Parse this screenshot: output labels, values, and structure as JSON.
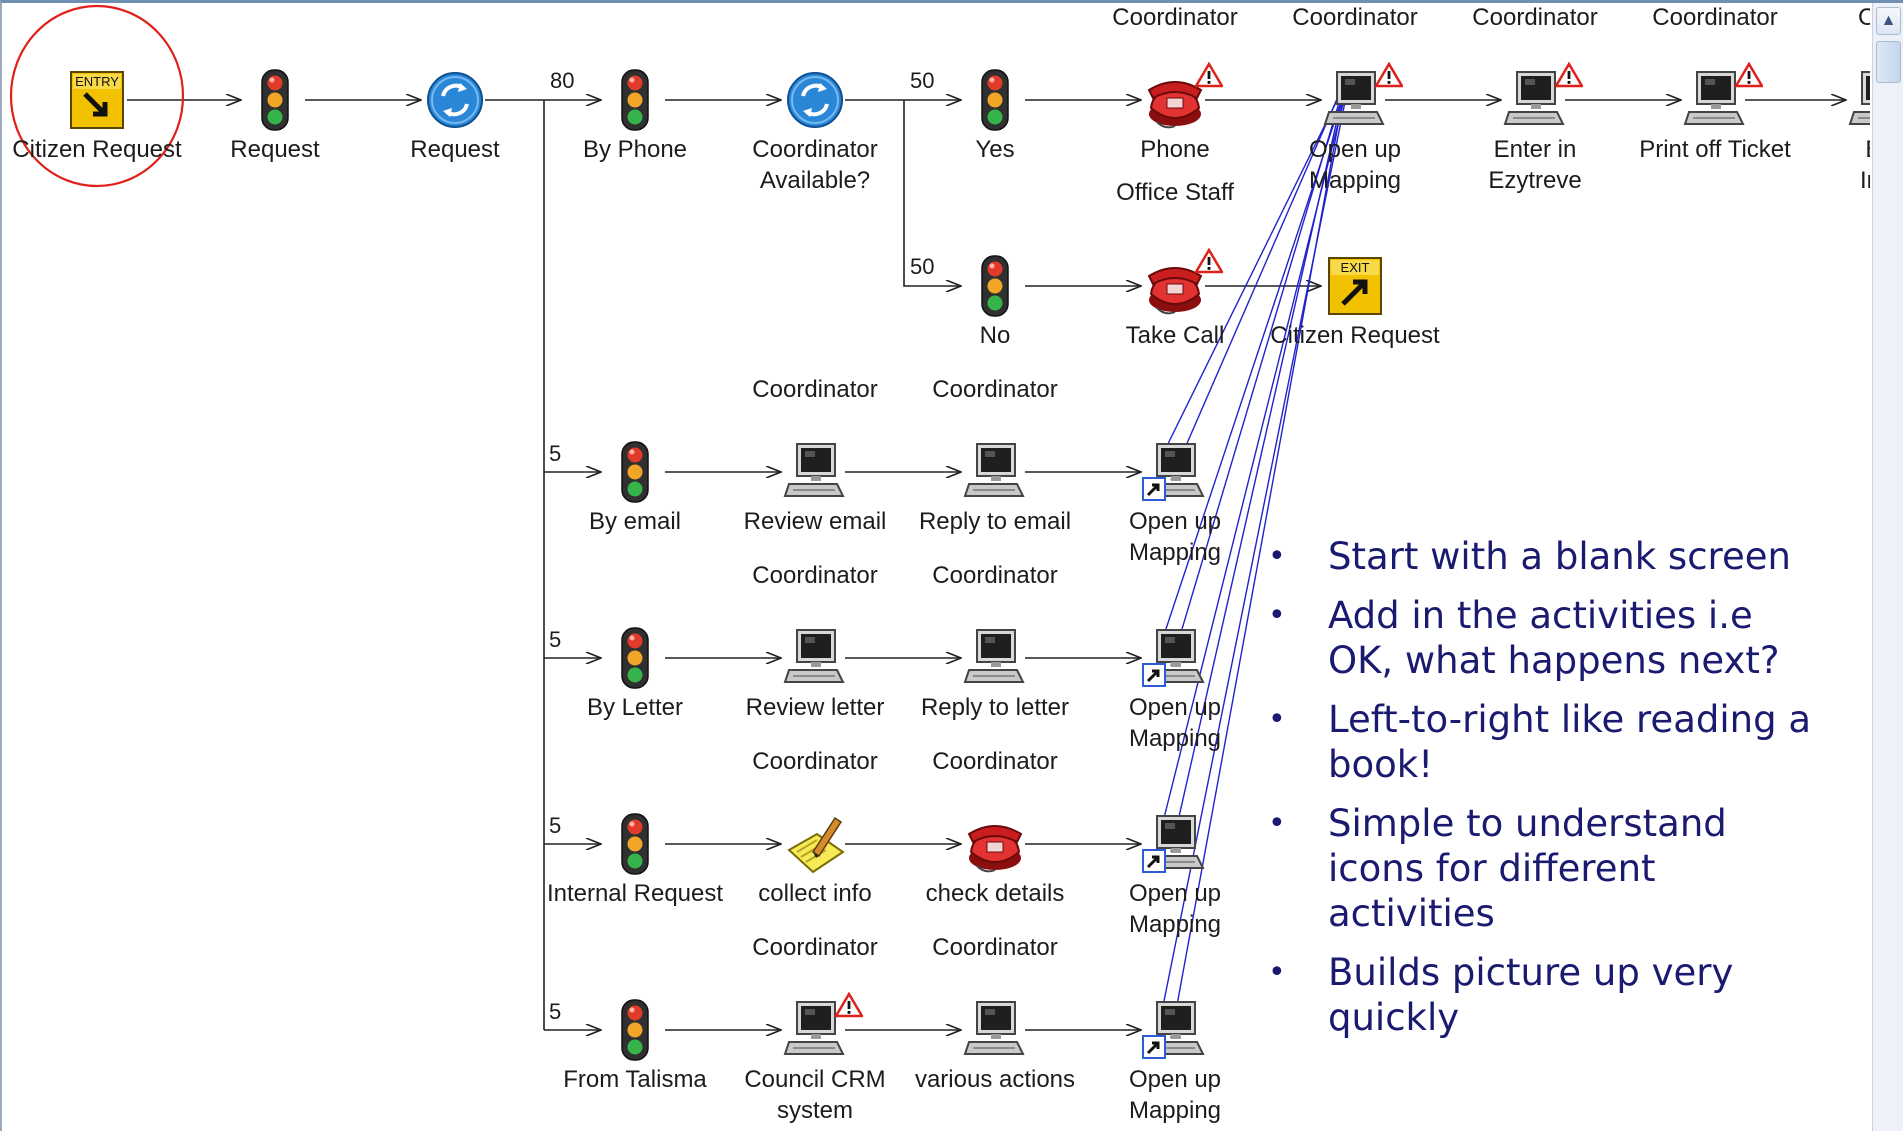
{
  "diagram": {
    "start": {
      "label": "Citizen Request",
      "badge": "ENTRY"
    },
    "main_row": [
      {
        "label": "Request"
      },
      {
        "label": "Request"
      },
      {
        "label": "By Phone"
      },
      {
        "label": "Coordinator\nAvailable?"
      },
      {
        "label": "Yes"
      },
      {
        "label": "Phone",
        "role": "Coordinator",
        "sub_role": "Office Staff"
      },
      {
        "label": "Open up\nMapping",
        "role": "Coordinator"
      },
      {
        "label": "Enter in\nEzytreve",
        "role": "Coordinator"
      },
      {
        "label": "Print off Ticket",
        "role": "Coordinator"
      },
      {
        "label": "Ba\nInte",
        "role": "Coo"
      }
    ],
    "no_branch": {
      "gate": "No",
      "activity": "Take Call",
      "exit_label": "Citizen Request",
      "exit_badge": "EXIT"
    },
    "branch_counts": {
      "top": "80",
      "yes": "50",
      "no": "50",
      "email": "5",
      "letter": "5",
      "internal": "5",
      "talisma": "5"
    },
    "channels": [
      {
        "gate": "By email",
        "steps": [
          {
            "label": "Review email",
            "role": "Coordinator"
          },
          {
            "label": "Reply to email",
            "role": "Coordinator"
          },
          {
            "label": "Open up\nMapping"
          }
        ]
      },
      {
        "gate": "By Letter",
        "steps": [
          {
            "label": "Review letter",
            "role": "Coordinator"
          },
          {
            "label": "Reply to letter",
            "role": "Coordinator"
          },
          {
            "label": "Open up\nMapping"
          }
        ]
      },
      {
        "gate": "Internal Request",
        "steps": [
          {
            "label": "collect info",
            "role": "Coordinator"
          },
          {
            "label": "check details",
            "role": "Coordinator"
          },
          {
            "label": "Open up\nMapping"
          }
        ]
      },
      {
        "gate": "From Talisma",
        "steps": [
          {
            "label": "Council CRM\nsystem",
            "role": "Coordinator"
          },
          {
            "label": "various actions",
            "role": "Coordinator"
          },
          {
            "label": "Open up\nMapping"
          }
        ]
      }
    ]
  },
  "notes": [
    "Start with a blank screen",
    "Add in the activities i.e OK, what happens next?",
    "Left-to-right like reading a book!",
    "Simple to understand icons for different activities",
    "Builds picture up very quickly"
  ],
  "colors": {
    "bullet_text": "#1a1a70",
    "link_lines": "#2222cc",
    "highlight_circle": "#e0201a"
  },
  "icons": {
    "scroll_up": "▲"
  }
}
